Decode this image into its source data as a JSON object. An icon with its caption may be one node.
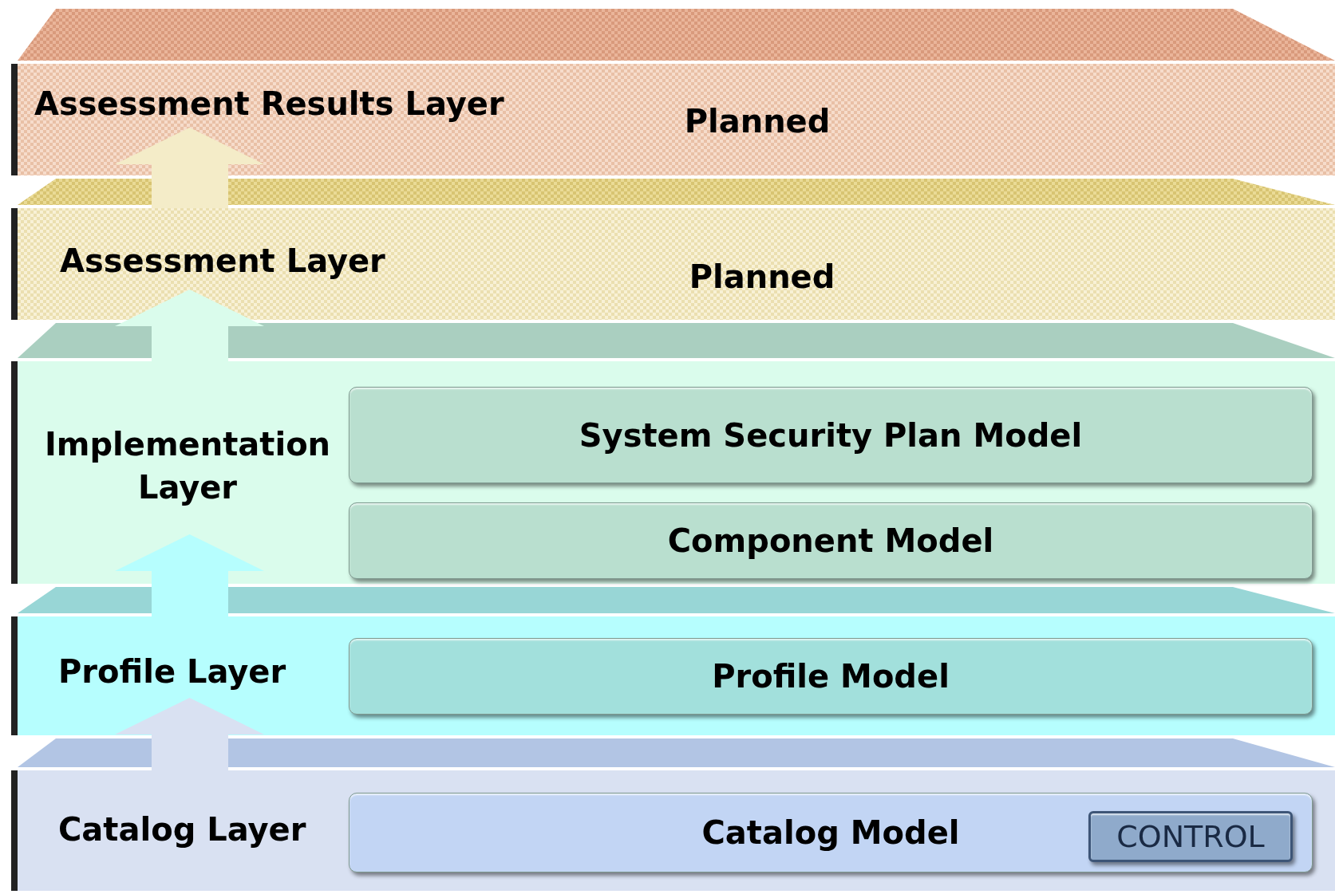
{
  "diagram": {
    "nodes": [
      {
        "text": [
          "Assessment Results Layer",
          "Planned"
        ]
      },
      {
        "text": [
          "Assessment Layer",
          "Planned"
        ]
      },
      {
        "text": [
          "Implementation Layer"
        ]
      },
      {
        "text": [
          "System Security Plan Model"
        ],
        "in": 2
      },
      {
        "text": [
          "Component Model"
        ],
        "in": 2
      },
      {
        "text": [
          "Profile Layer"
        ]
      },
      {
        "text": [
          "Profile Model"
        ],
        "in": 5
      },
      {
        "text": [
          "Catalog Layer"
        ]
      },
      {
        "text": [
          "Catalog Model"
        ],
        "in": 7
      },
      {
        "text": [
          "CONTROL"
        ],
        "in": 8
      }
    ],
    "edges": [
      {
        "from": 7,
        "to": 5,
        "arrow": "to"
      },
      {
        "from": 5,
        "to": 2,
        "arrow": "to"
      },
      {
        "from": 2,
        "to": 1,
        "arrow": "to"
      },
      {
        "from": 1,
        "to": 0,
        "arrow": "to"
      }
    ]
  }
}
